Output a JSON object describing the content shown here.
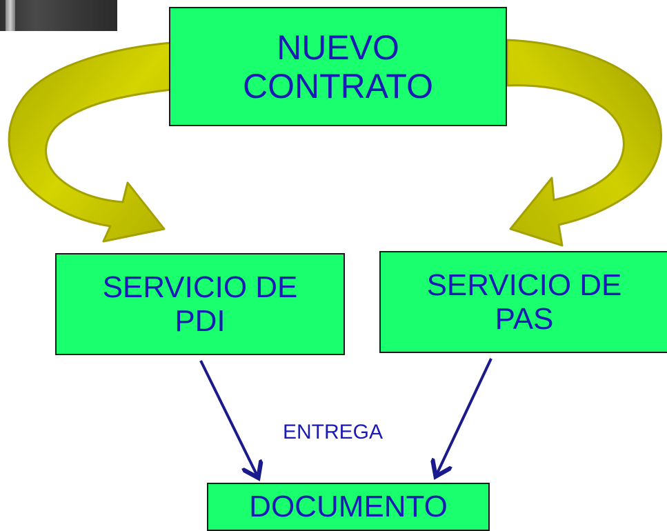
{
  "nodes": {
    "nuevo_contrato": {
      "line1": "NUEVO",
      "line2": "CONTRATO"
    },
    "servicio_pdi": {
      "line1": "SERVICIO DE",
      "line2": "PDI"
    },
    "servicio_pas": {
      "line1": "SERVICIO DE",
      "line2": "PAS"
    },
    "documento": {
      "line1": "DOCUMENTO"
    }
  },
  "edges": {
    "entrega_label": "ENTREGA"
  },
  "colors": {
    "box_fill": "#1aff6e",
    "box_text": "#1a1ab4",
    "curved_arrow_fill": "#c8c800",
    "straight_arrow": "#1a1a8c"
  },
  "decorations": {
    "photo_thumbnail": "photo-thumbnail-corner"
  }
}
